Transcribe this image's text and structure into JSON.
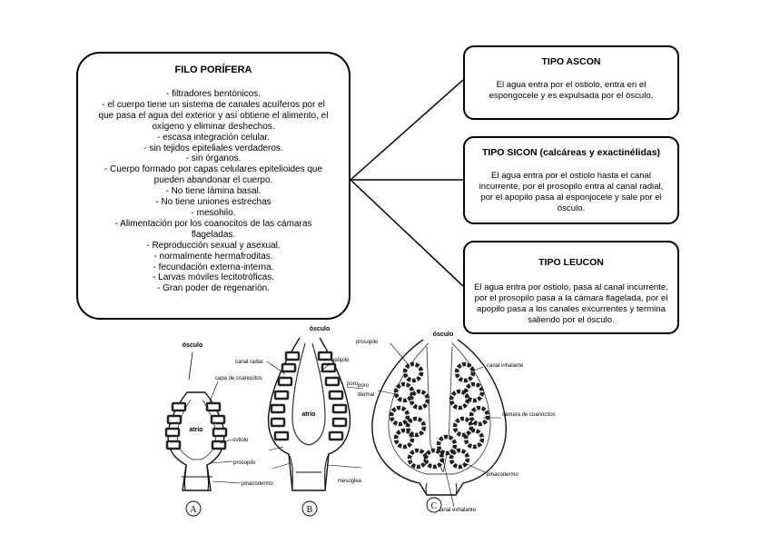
{
  "main": {
    "title": "FILO PORÍFERA",
    "lines": [
      "- filtradores bentónicos.",
      "- el cuerpo tiene un sistema de canales acuíferos por el",
      "que pasa el agua del exterior y así obtiene el alimento, el",
      "oxígeno y eliminar deshechos.",
      "- escasa integración celular.",
      "- sin tejidos epiteliales verdaderos.",
      "- sin órganos.",
      "- Cuerpo formado por capas celulares epitelioides que",
      "pueden abandonar el cuerpo.",
      "- No tiene lámina basal.",
      "- No tiene uniones estrechas",
      "- mesohilo.",
      "- Alimentación por los coanocitos de las cámaras",
      "flageladas.",
      "- Reproducción sexual y asexual.",
      "- normalmente hermafroditas.",
      "- fecundación externa-interna.",
      "- Larvas móviles lecitotróficas.",
      "- Gran poder de regenarión."
    ]
  },
  "ascon": {
    "title": "TIPO ASCON",
    "text": "El agua entra por el ostiolo, entra en el espongocele y es expulsada por el ósculo."
  },
  "sicon": {
    "title": "TIPO SICON (calcáreas y exactinélidas)",
    "text": "El agua entra por el ostiolo hasta el canal incurrente, por el prosopilo entra al canal radial, por el apopilo pasa al esponjocele y sale por el ósculo."
  },
  "leucon": {
    "title": "TIPO LEUCON",
    "text": "El agua entra por ostiolo, pasa al canal incurrente, por el prosopilo pasa a la cámara flagelada, por el apopilo pasa a los canales excurrentes y termina saliendo por el ósculo."
  },
  "figure": {
    "a": {
      "osculo": "ósculo",
      "capa": "capa de coanocitos",
      "atrio": "atrio",
      "ostiolo": "ostiolo",
      "prosopilo": "prosopilo",
      "pinacodermo": "pinacodermo",
      "letter": "A"
    },
    "b": {
      "osculo": "ósculo",
      "canal_radial": "canal radial",
      "apopilo": "apópilo",
      "atrio": "atrio",
      "poro": "poro",
      "mesoglea": "mesoglea",
      "letter": "B"
    },
    "c": {
      "prosopilo": "prosopilo",
      "osculo": "ósculo",
      "canal_inhalante": "canal inhalante",
      "dermal": "dermal",
      "camara": "cámara de coanocitos",
      "pinacodermo": "pinacodermo",
      "canal_exhalante": "canal exhalante",
      "letter": "C"
    }
  }
}
